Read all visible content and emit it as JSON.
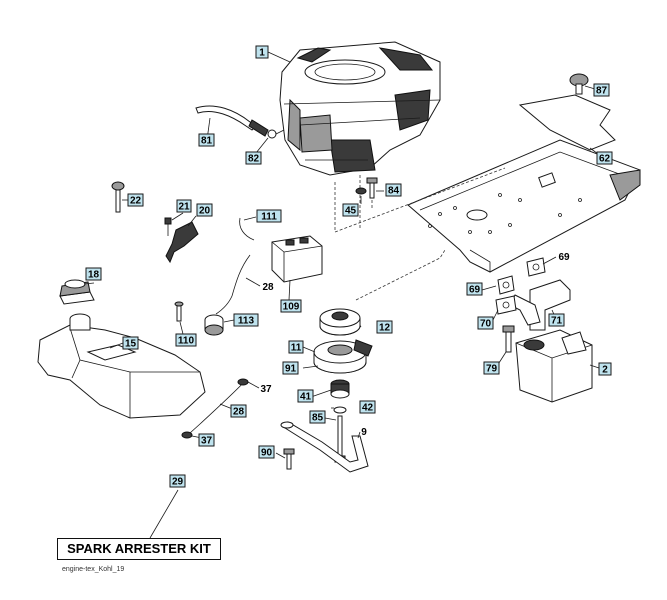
{
  "diagram": {
    "kit_label": "SPARK ARRESTER KIT",
    "caption": "engine-tex_Kohl_19",
    "callout_color": "#bfe3ee",
    "callouts": [
      "1",
      "2",
      "9",
      "11",
      "12",
      "15",
      "18",
      "20",
      "21",
      "22",
      "28",
      "28",
      "29",
      "37",
      "37",
      "41",
      "42",
      "45",
      "62",
      "69",
      "69",
      "70",
      "71",
      "79",
      "81",
      "82",
      "84",
      "85",
      "87",
      "90",
      "91",
      "109",
      "110",
      "111",
      "113"
    ]
  }
}
